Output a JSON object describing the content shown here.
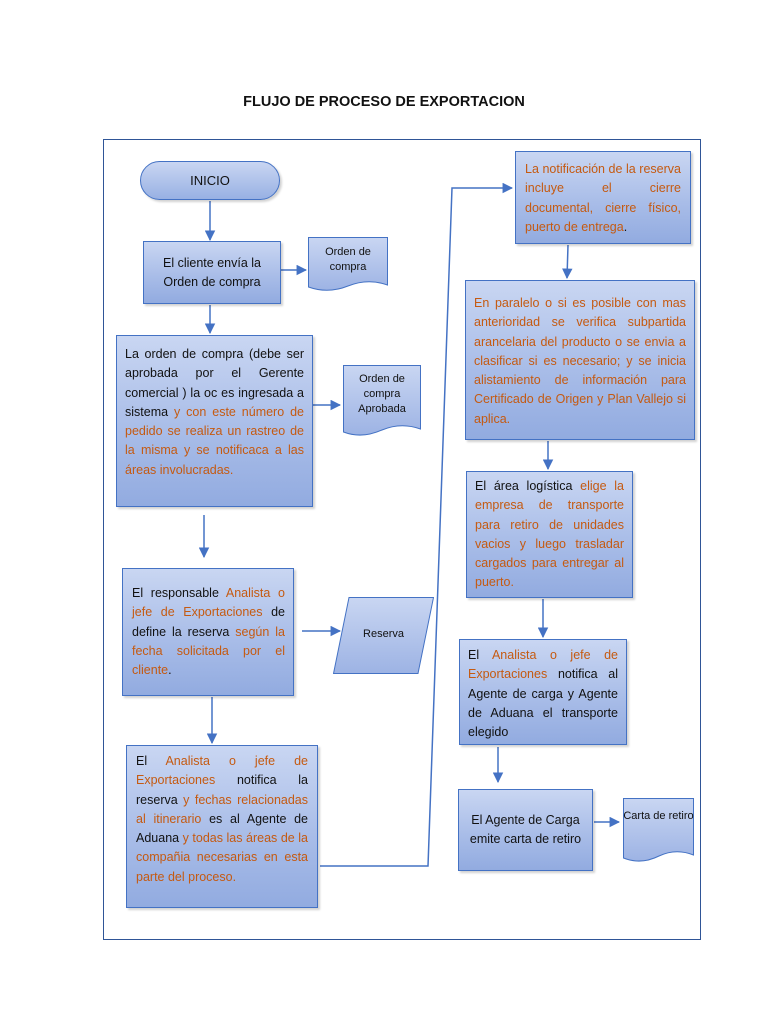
{
  "title": "FLUJO DE PROCESO DE EXPORTACION",
  "colors": {
    "accent_text": "#c55a11",
    "box_border": "#4472c4",
    "connector": "#4472c4",
    "frame": "#2f5597"
  },
  "start": {
    "label": "INICIO"
  },
  "steps": {
    "s1": {
      "t1": "El cliente envía la Orden de compra"
    },
    "s2": {
      "t1": "La orden de compra (debe ser aprobada por el Gerente comercial ) la oc es ingresada a sistema",
      "t2": " y con este número de pedido se realiza un rastreo de la misma y se notificaca a las áreas involucradas."
    },
    "s3": {
      "t1": "El responsable ",
      "t2": "Analista o jefe de Exportaciones",
      "t3": " de define la reserva ",
      "t4": "según la fecha solicitada por el cliente",
      "t5": "."
    },
    "s4": {
      "t1": "El ",
      "t2": "Analista o jefe de Exportaciones",
      "t3": " notifica la reserva ",
      "t4": "y fechas relacionadas al itinerario",
      "t5": " es al Agente de Aduana ",
      "t6": "y todas las áreas de la compañia necesarias en esta parte del proceso."
    },
    "s5": {
      "t1": "La notificación de la reserva incluye el cierre documental, cierre físico, puerto de entrega",
      "t2": "."
    },
    "s6": {
      "t1": "En paralelo o si es posible con mas anterioridad se verifica subpartida arancelaria del producto o se envia a clasificar si es necesario; y se inicia alistamiento de información para Certificado de Origen y Plan Vallejo si aplica."
    },
    "s7": {
      "t1": "El área logística ",
      "t2": "elige la empresa de transporte para retiro de unidades vacios y luego trasladar cargados para entregar al puerto."
    },
    "s8": {
      "t1": "El ",
      "t2": "Analista o jefe de Exportaciones",
      "t3": " notifica al Agente de carga y Agente de Aduana el transporte elegido"
    },
    "s9": {
      "t1": "El Agente de Carga emite carta de retiro"
    }
  },
  "documents": {
    "d1": "Orden de compra",
    "d2": "Orden de compra Aprobada",
    "d3": "Reserva",
    "d4": "Carta de retiro"
  }
}
